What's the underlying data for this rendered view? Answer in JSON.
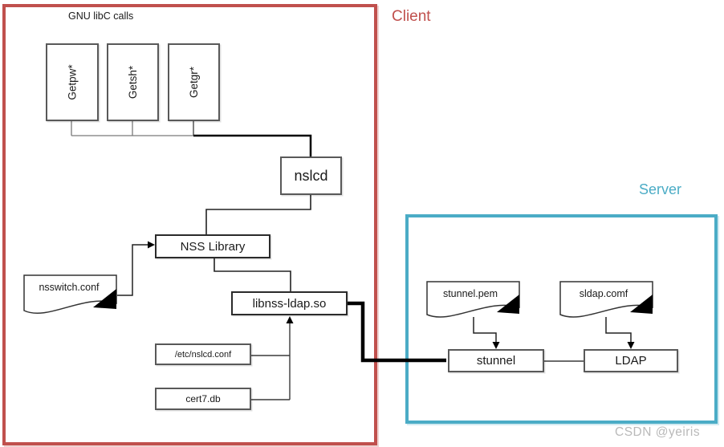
{
  "diagram": {
    "watermark": "CSDN @yeiris",
    "client": {
      "label": "Client",
      "accent": "#c0504d",
      "group_title": "GNU libC calls",
      "nodes": {
        "getpw": "Getpw*",
        "getsh": "Getsh*",
        "getgr": "Getgr*",
        "nslcd": "nslcd",
        "nss_library": "NSS Library",
        "libnss_ldap": "libnss-ldap.so",
        "etc_nslcd_conf": "/etc/nslcd.conf",
        "cert7_db": "cert7.db"
      },
      "documents": {
        "nsswitch_conf": "nsswitch.conf"
      }
    },
    "server": {
      "label": "Server",
      "accent": "#4bacc6",
      "nodes": {
        "stunnel": "stunnel",
        "ldap": "LDAP"
      },
      "documents": {
        "stunnel_pem": "stunnel.pem",
        "sldap_comf": "sldap.comf"
      }
    },
    "edges": [
      "getpw/getsh/getgr -> nslcd",
      "nslcd -> NSS Library",
      "nsswitch.conf -> NSS Library",
      "NSS Library -> libnss-ldap.so",
      "/etc/nslcd.conf -> libnss-ldap.so",
      "cert7.db -> libnss-ldap.so",
      "libnss-ldap.so -> stunnel (thick)",
      "stunnel.pem -> stunnel",
      "sldap.comf -> LDAP",
      "stunnel - LDAP"
    ]
  }
}
